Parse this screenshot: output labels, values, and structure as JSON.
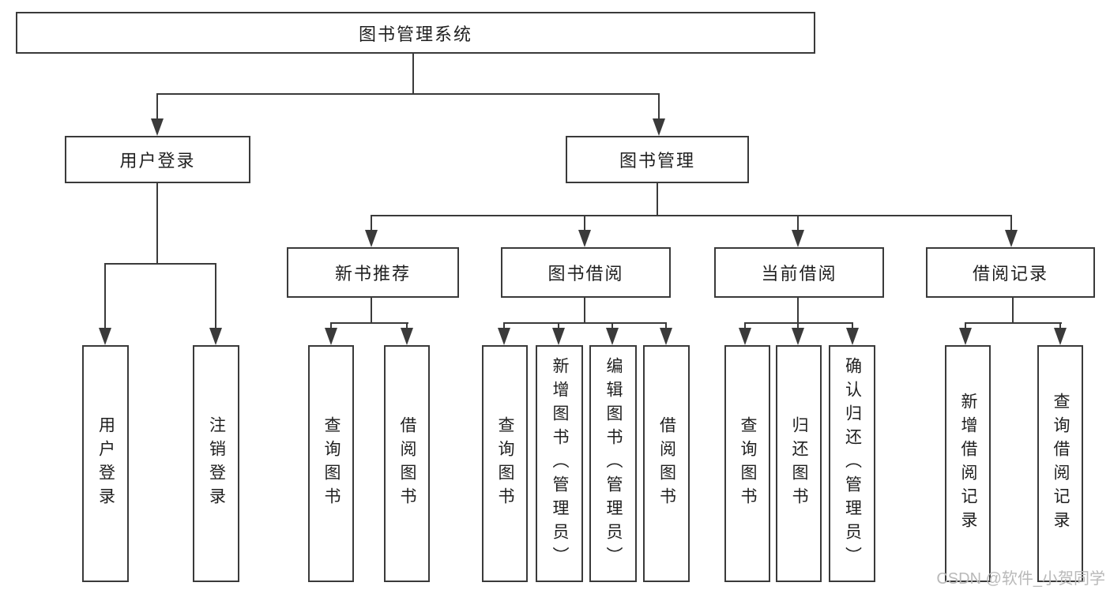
{
  "colors": {
    "line": "#3a3a3a",
    "text": "#1f1f1f",
    "background": "#ffffff",
    "watermark": "#b9b9b9"
  },
  "watermark": "CSDN @软件_小贺同学",
  "nodes": {
    "root": "图书管理系统",
    "user_login": "用户登录",
    "book_manage": "图书管理",
    "leaf_user_login": "用户登录",
    "leaf_logout": "注销登录",
    "new_rec": "新书推荐",
    "book_borrow": "图书借阅",
    "current_borrow": "当前借阅",
    "borrow_record": "借阅记录",
    "nb_query": "查询图书",
    "nb_borrow": "借阅图书",
    "bb_query": "查询图书",
    "bb_add": "新增图书（管理员）",
    "bb_edit": "编辑图书（管理员）",
    "bb_borrow": "借阅图书",
    "cb_query": "查询图书",
    "cb_return": "归还图书",
    "cb_confirm": "确认归还（管理员）",
    "br_add": "新增借阅记录",
    "br_query": "查询借阅记录"
  }
}
